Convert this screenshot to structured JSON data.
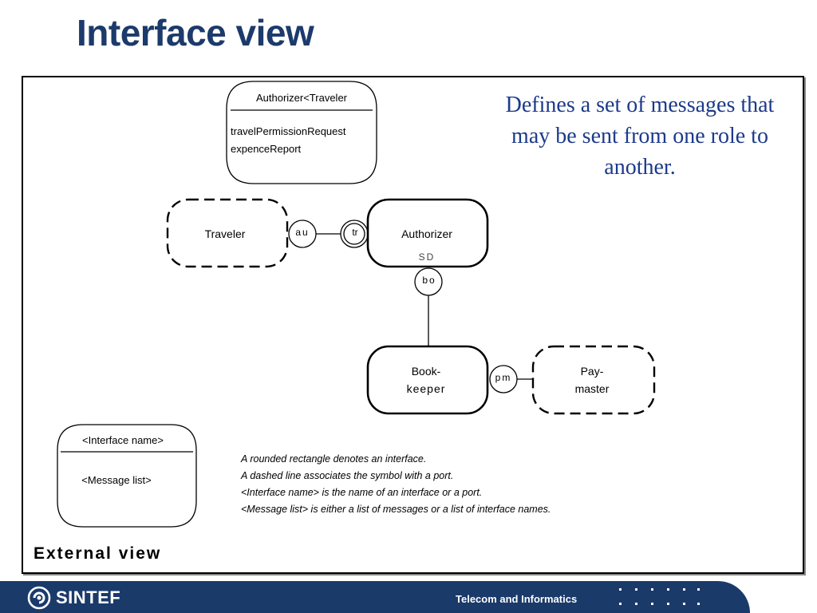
{
  "title": "Interface view",
  "callout": "Defines a set of messages that may be sent from one role to another.",
  "interface_box": {
    "name": "Authorizer<Traveler",
    "messages": [
      "travelPermissionRequest",
      "expenceReport"
    ]
  },
  "roles": {
    "traveler": "Traveler",
    "authorizer": "Authorizer",
    "authorizer_sub": "SD",
    "bookkeeper_line1": "Book-",
    "bookkeeper_line2": "keeper",
    "paymaster_line1": "Pay-",
    "paymaster_line2": "master"
  },
  "ports": {
    "au": "au",
    "tr": "tr",
    "bo": "bo",
    "pm": "pm"
  },
  "legend_box": {
    "name": "<Interface name>",
    "messages": "<Message list>"
  },
  "notes": [
    "A rounded rectangle denotes an interface.",
    "A dashed line  associates  the symbol with a port.",
    "<Interface name> is the name of an interface or a port.",
    "<Message list> is either a list of messages or a list of interface names."
  ],
  "section_label": "External view",
  "footer": {
    "logo": "SINTEF",
    "caption": "Telecom and Informatics"
  },
  "colors": {
    "title": "#1c3a6b",
    "callout": "#1c3a8b",
    "footer_bar": "#1a3a6a"
  }
}
